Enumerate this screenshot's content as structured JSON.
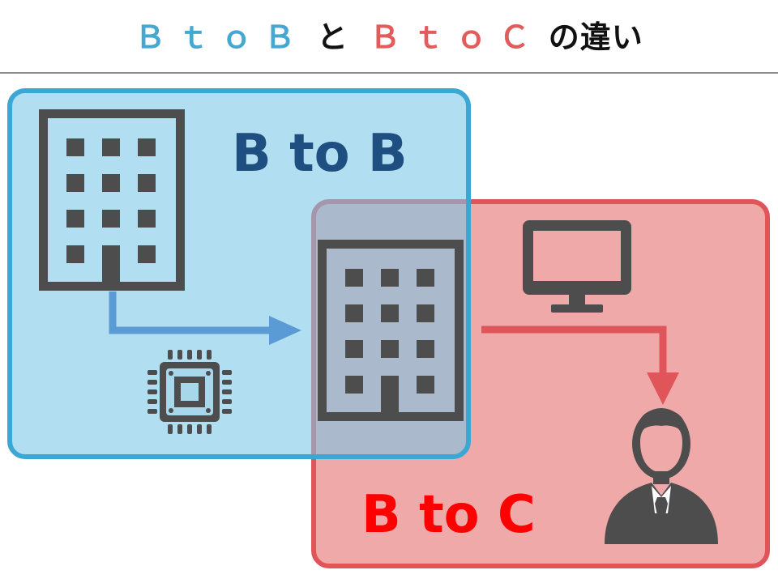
{
  "title": {
    "part1": "Ｂ ｔ ｏ Ｂ",
    "part2": "と",
    "part3": "Ｂ ｔ ｏ Ｃ",
    "part4": "の違い"
  },
  "labels": {
    "btob": "B to B",
    "btoc": "B to C"
  },
  "icons": [
    "building-icon",
    "chip-icon",
    "monitor-icon",
    "person-icon"
  ],
  "colors": {
    "btob_accent": "#3aa7d5",
    "btoc_accent": "#e0555a",
    "btob_text": "#1e4f80",
    "btoc_text": "#ff0000",
    "icon": "#4d4d4d",
    "flow_blue": "#5b9bd5",
    "flow_red": "#e0555a"
  }
}
